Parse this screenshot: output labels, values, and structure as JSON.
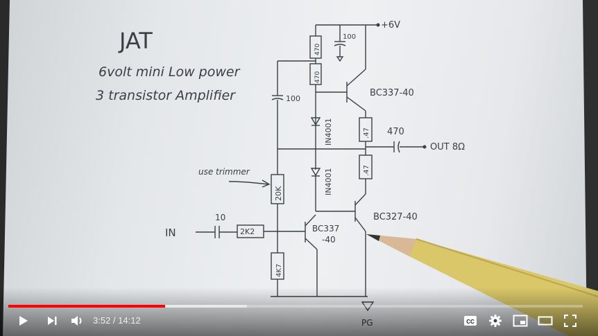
{
  "video": {
    "current_time": "3:52",
    "separator": " / ",
    "duration": "14:12",
    "progress_fraction": 0.273,
    "buffered_fraction": 0.415
  },
  "drawing": {
    "title": "JAT",
    "subtitle_line1": "6volt mini Low power",
    "subtitle_line2": "3 transistor Amplifier",
    "supply_label": "+6V",
    "cap_top": "100",
    "r_470": "470",
    "r_470b": "470",
    "cap_bootstrap": "100",
    "q_top": "BC337-40",
    "diode1": "IN4001",
    "diode2": "IN4001",
    "r_47a": ".47",
    "r_47b": ".47",
    "cap_out": "470",
    "out_label": "OUT 8Ω",
    "trimmer_note": "use trimmer",
    "r_20k": "20K",
    "q_bottom": "BC327-40",
    "cap_in": "10",
    "in_label": "IN",
    "r_2k2": "2K2",
    "q_driver_1": "BC337",
    "q_driver_2": "-40",
    "r_4k7": "4K7",
    "ground": "PG"
  },
  "icons": {
    "play": "play-icon",
    "next": "next-icon",
    "volume": "volume-icon",
    "captions": "captions-icon",
    "settings": "gear-icon",
    "miniplayer": "miniplayer-icon",
    "theater": "theater-icon",
    "fullscreen": "fullscreen-icon"
  },
  "colors": {
    "progress_played": "#ff0000"
  }
}
